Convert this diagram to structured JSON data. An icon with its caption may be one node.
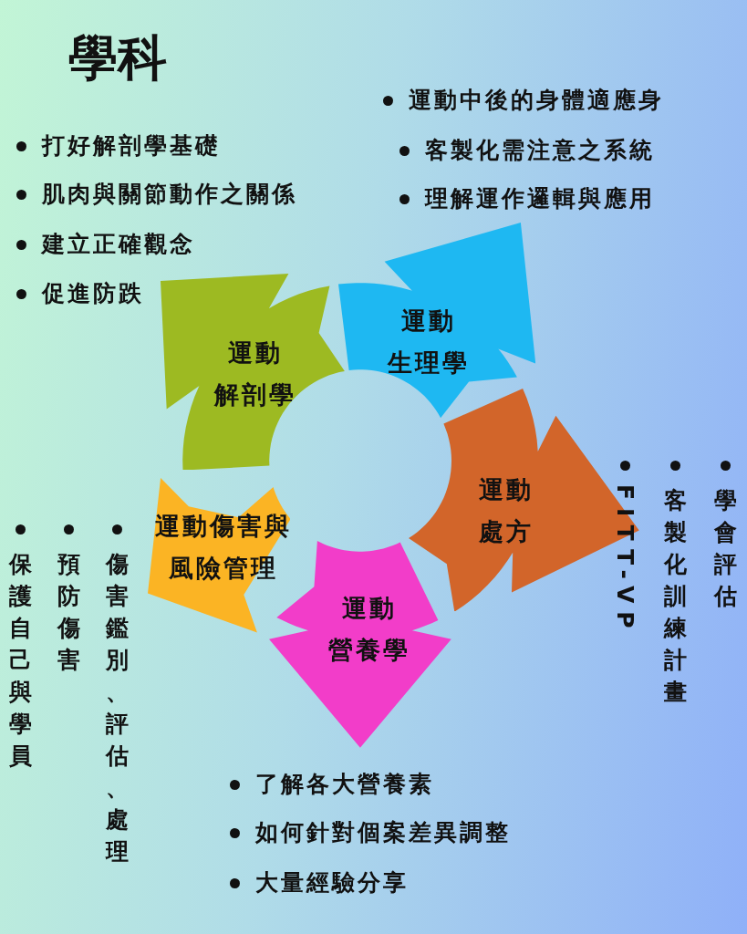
{
  "diagram": {
    "title": "學科",
    "nodes": [
      {
        "text": [
          "運動解剖學"
        ],
        "beside": [
          "打好解剖學基礎",
          "肌肉與關節動作之關係",
          "建立正確觀念",
          "促進防跌"
        ]
      },
      {
        "text": [
          "運動生理學"
        ],
        "beside": [
          "運動中後的身體適應身",
          "客製化需注意之系統",
          "理解運作邏輯與應用"
        ]
      },
      {
        "text": [
          "運動處方"
        ],
        "beside": [
          "學會評估",
          "客製化訓練計畫",
          "FITT-VP"
        ]
      },
      {
        "text": [
          "運動營養學"
        ],
        "beside": [
          "了解各大營養素",
          "如何針對個案差異調整",
          "大量經驗分享"
        ]
      },
      {
        "text": [
          "運動傷害與風險管理"
        ],
        "beside": [
          "傷害鑑別、評估、處理",
          "預防傷害",
          "保護自己與學員"
        ]
      }
    ],
    "edges": []
  }
}
